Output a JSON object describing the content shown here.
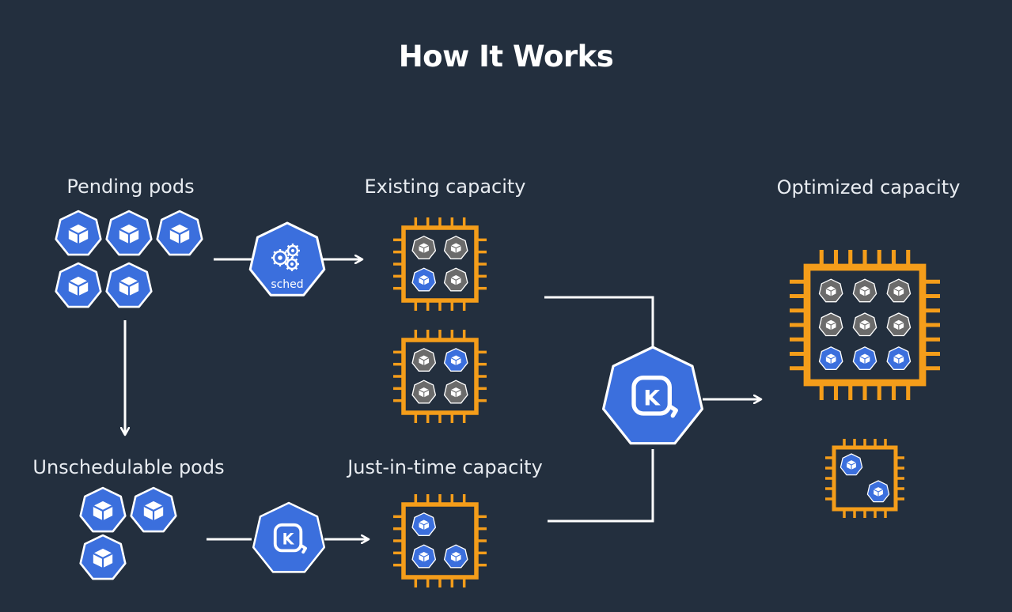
{
  "title": "How It Works",
  "labels": {
    "pending_pods": "Pending pods",
    "existing_capacity": "Existing capacity",
    "optimized_capacity": "Optimized capacity",
    "unschedulable_pods": "Unschedulable pods",
    "just_in_time_capacity": "Just-in-time capacity"
  },
  "scheduler": {
    "label": "sched",
    "icon": "gears-icon"
  },
  "karpenter": {
    "glyph": "K",
    "icon": "karpenter-logo-icon"
  },
  "colors": {
    "background": "#232f3e",
    "pod_blue": "#3b6fdd",
    "pod_gray": "#6b6b6b",
    "node_orange": "#f49d1a",
    "arrow": "#ffffff",
    "text": "#e8ecf1"
  },
  "nodes": {
    "existing_1": {
      "pods": [
        "gray",
        "gray",
        "blue",
        "gray"
      ]
    },
    "existing_2": {
      "pods": [
        "gray",
        "blue",
        "gray",
        "gray"
      ]
    },
    "jit": {
      "pods": [
        "blue",
        "blue",
        "blue"
      ]
    },
    "optimized_large": {
      "pods": [
        "gray",
        "gray",
        "gray",
        "gray",
        "gray",
        "gray",
        "blue",
        "blue",
        "blue"
      ]
    },
    "optimized_small": {
      "pods": [
        "blue",
        "blue"
      ]
    }
  },
  "pending_pod_count": 5,
  "unschedulable_pod_count": 3
}
